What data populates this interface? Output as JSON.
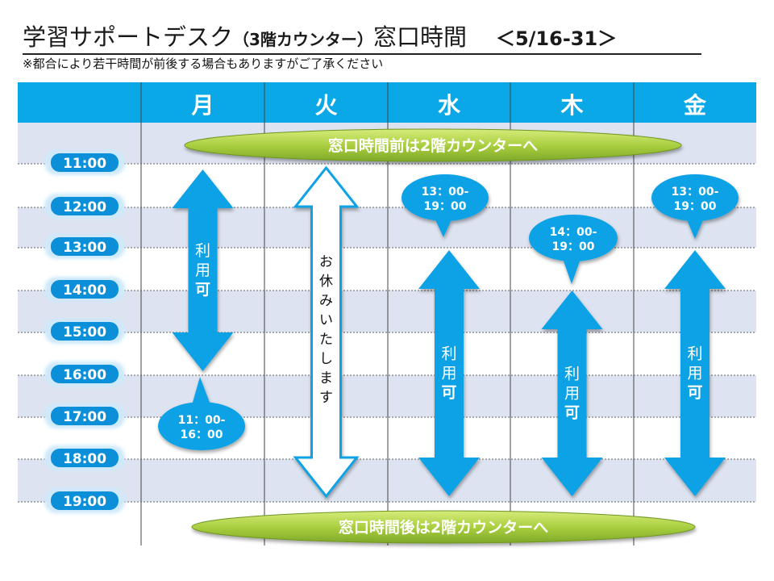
{
  "title": {
    "main": "学習サポートデスク",
    "location": "（3階カウンター）",
    "suffix": "窓口時間",
    "date_range": "＜5/16-31＞"
  },
  "subtitle": "※都合により若干時間が前後する場合もありますがご了承ください",
  "days": [
    "月",
    "火",
    "水",
    "木",
    "金"
  ],
  "times": [
    "11:00",
    "12:00",
    "13:00",
    "14:00",
    "15:00",
    "16:00",
    "17:00",
    "18:00",
    "19:00"
  ],
  "before_banner": "窓口時間前は2階カウンターへ",
  "after_banner": "窓口時間後は2階カウンターへ",
  "available_label": [
    "利",
    "用",
    "可"
  ],
  "holiday_label": [
    "お",
    "休",
    "み",
    "い",
    "た",
    "し",
    "ま",
    "す"
  ],
  "schedule": [
    {
      "day": "月",
      "status": "available",
      "start": "11:00",
      "end": "16:00",
      "bubble": [
        "11：00-",
        "16：00"
      ]
    },
    {
      "day": "火",
      "status": "closed",
      "start": "11:00",
      "end": "19:00",
      "bubble": null
    },
    {
      "day": "水",
      "status": "available",
      "start": "13:00",
      "end": "19:00",
      "bubble": [
        "13：00-",
        "19：00"
      ]
    },
    {
      "day": "木",
      "status": "available",
      "start": "14:00",
      "end": "19:00",
      "bubble": [
        "14：00-",
        "19：00"
      ]
    },
    {
      "day": "金",
      "status": "available",
      "start": "13:00",
      "end": "19:00",
      "bubble": [
        "13：00-",
        "19：00"
      ]
    }
  ],
  "colors": {
    "header_bg": "#0ba8e8",
    "row_alt": "#dde3f0",
    "arrow": "#10a2e6",
    "banner": "#a6cc3c",
    "time_pill": "#0a8fd8"
  }
}
